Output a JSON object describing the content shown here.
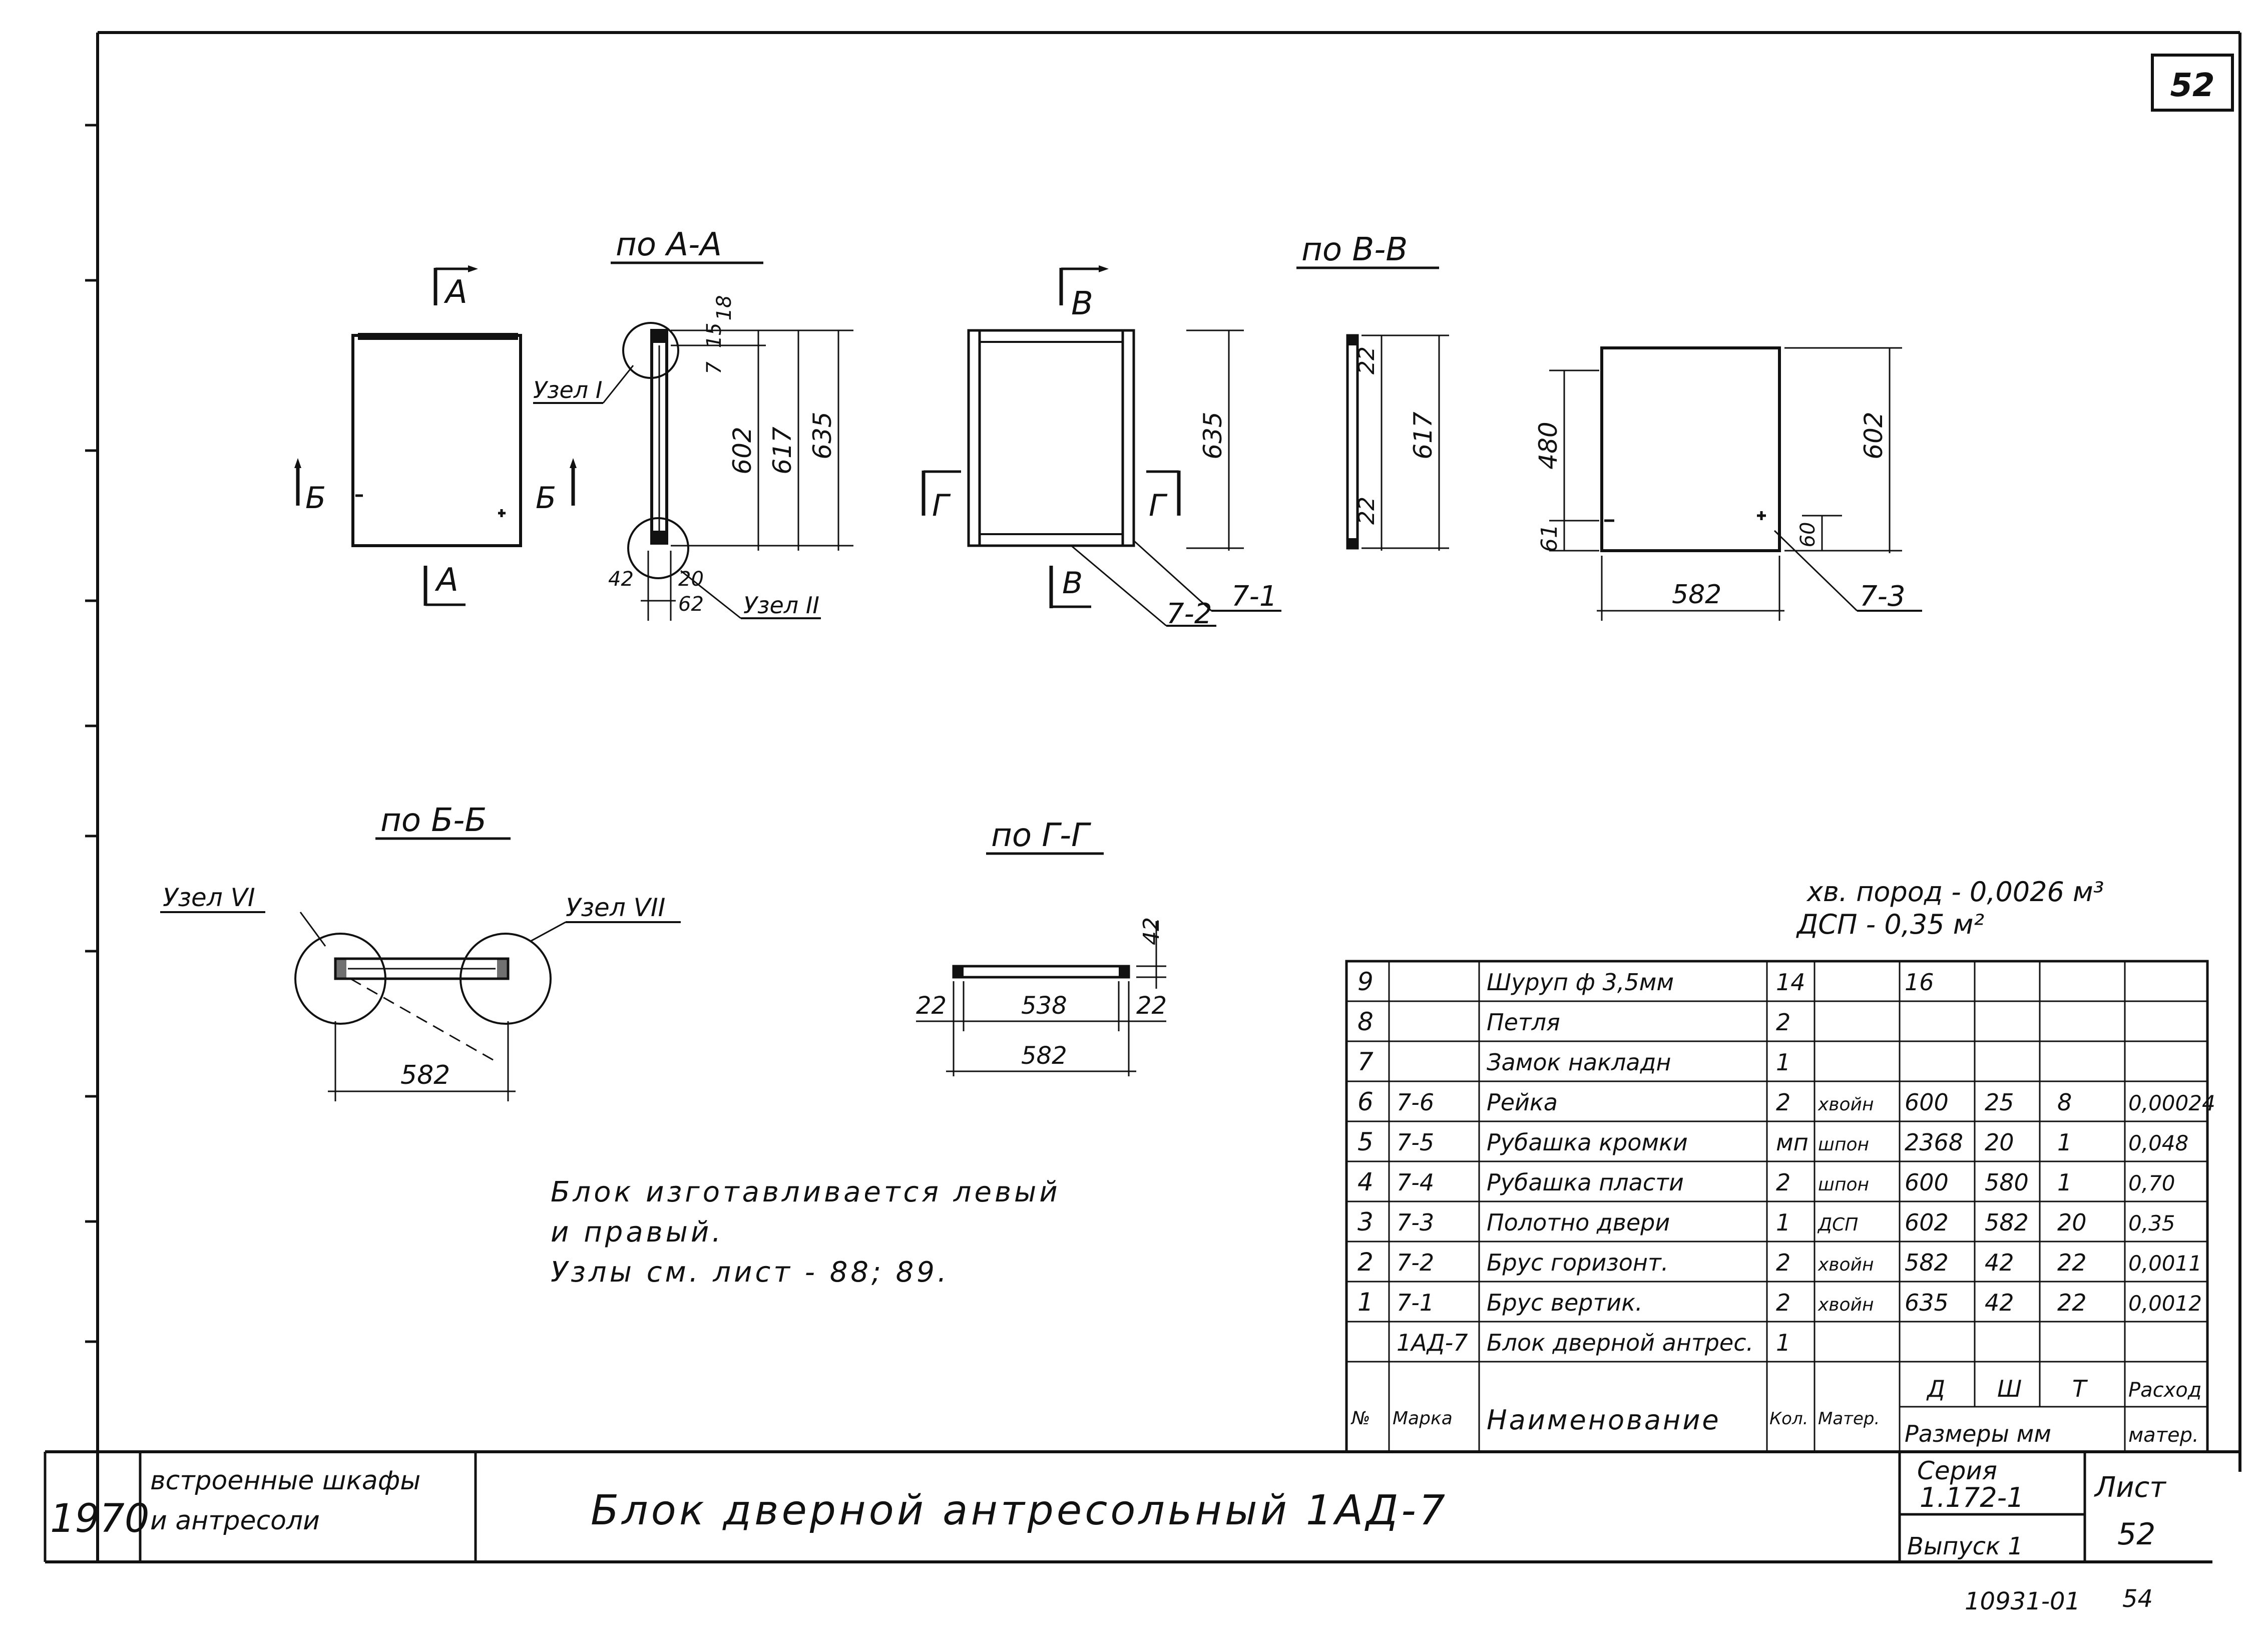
{
  "sheet_corner_number": "52",
  "views": {
    "aa_title": "по А-А",
    "bb_title": "по В-В",
    "b6_title": "по Б-Б",
    "gg_title": "по Г-Г"
  },
  "section_marks": {
    "A": "А",
    "B_soft": "Б",
    "V": "В",
    "G": "Г"
  },
  "node_labels": {
    "node1": "Узел I",
    "node2": "Узел II",
    "node6": "Узел VI",
    "node7": "Узел VII"
  },
  "dimensions": {
    "aa_top": [
      "7",
      "15",
      "18"
    ],
    "aa_vertical": [
      "602",
      "617",
      "635"
    ],
    "aa_bottom": [
      "42",
      "20",
      "62"
    ],
    "frame_height": "635",
    "bb_edges": [
      "22",
      "22"
    ],
    "bb_height": "617",
    "panel_left": [
      "480",
      "61"
    ],
    "panel_right": "602",
    "panel_small": "60",
    "panel_width": "582",
    "b6_width": "582",
    "gg_thickness": "42",
    "gg_parts": [
      "22",
      "538",
      "22"
    ],
    "gg_width": "582"
  },
  "part_marks": {
    "p71": "7-1",
    "p72": "7-2",
    "p73": "7-3"
  },
  "notes": [
    "Блок изготавливается левый",
    "и правый.",
    "Узлы см. лист - 88; 89."
  ],
  "materials": {
    "line1": "хв. пород - 0,0026 м³",
    "line2": "ДСП - 0,35 м²"
  },
  "spec_table": {
    "headers": {
      "num": "№",
      "mark": "Марка",
      "name": "Наименование",
      "qty": "Кол.",
      "material": "Матер.",
      "dims": "Размеры мм",
      "d": "Д",
      "w": "Ш",
      "t": "Т",
      "rate1": "Расход",
      "rate2": "матер."
    },
    "rows": [
      {
        "num": "9",
        "mark": "",
        "name": "Шуруп ф 3,5мм",
        "qty": "14",
        "material": "",
        "d": "16",
        "w": "",
        "t": "",
        "rate": ""
      },
      {
        "num": "8",
        "mark": "",
        "name": "Петля",
        "qty": "2",
        "material": "",
        "d": "",
        "w": "",
        "t": "",
        "rate": ""
      },
      {
        "num": "7",
        "mark": "",
        "name": "Замок накладн",
        "qty": "1",
        "material": "",
        "d": "",
        "w": "",
        "t": "",
        "rate": ""
      },
      {
        "num": "6",
        "mark": "7-6",
        "name": "Рейка",
        "qty": "2",
        "material": "хвойн",
        "d": "600",
        "w": "25",
        "t": "8",
        "rate": "0,00024"
      },
      {
        "num": "5",
        "mark": "7-5",
        "name": "Рубашка кромки",
        "qty": "мп",
        "material": "шпон",
        "d": "2368",
        "w": "20",
        "t": "1",
        "rate": "0,048"
      },
      {
        "num": "4",
        "mark": "7-4",
        "name": "Рубашка пласти",
        "qty": "2",
        "material": "шпон",
        "d": "600",
        "w": "580",
        "t": "1",
        "rate": "0,70"
      },
      {
        "num": "3",
        "mark": "7-3",
        "name": "Полотно двери",
        "qty": "1",
        "material": "ДСП",
        "d": "602",
        "w": "582",
        "t": "20",
        "rate": "0,35"
      },
      {
        "num": "2",
        "mark": "7-2",
        "name": "Брус горизонт.",
        "qty": "2",
        "material": "хвойн",
        "d": "582",
        "w": "42",
        "t": "22",
        "rate": "0,0011"
      },
      {
        "num": "1",
        "mark": "7-1",
        "name": "Брус вертик.",
        "qty": "2",
        "material": "хвойн",
        "d": "635",
        "w": "42",
        "t": "22",
        "rate": "0,0012"
      },
      {
        "num": "",
        "mark": "1АД-7",
        "name": "Блок дверной антрес.",
        "qty": "1",
        "material": "",
        "d": "",
        "w": "",
        "t": "",
        "rate": ""
      }
    ]
  },
  "title_block": {
    "year": "1970",
    "project_line1": "встроенные шкафы",
    "project_line2": "и антресоли",
    "title": "Блок дверной антресольный 1АД-7",
    "series_label": "Серия",
    "series_value": "1.172-1",
    "issue": "Выпуск 1",
    "sheet_label": "Лист",
    "sheet_value": "52"
  },
  "footer": {
    "code": "10931-01",
    "page": "54"
  }
}
